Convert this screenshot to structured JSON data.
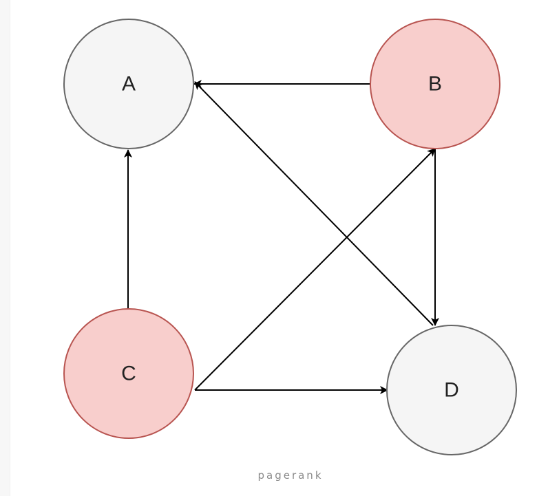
{
  "diagram": {
    "nodes": [
      {
        "id": "A",
        "label": "A",
        "highlighted": false
      },
      {
        "id": "B",
        "label": "B",
        "highlighted": true
      },
      {
        "id": "C",
        "label": "C",
        "highlighted": true
      },
      {
        "id": "D",
        "label": "D",
        "highlighted": false
      }
    ],
    "edges": [
      {
        "from": "B",
        "to": "A"
      },
      {
        "from": "C",
        "to": "A"
      },
      {
        "from": "D",
        "to": "A"
      },
      {
        "from": "C",
        "to": "B"
      },
      {
        "from": "B",
        "to": "D"
      },
      {
        "from": "C",
        "to": "D"
      }
    ],
    "colors": {
      "highlight_fill": "#f8cecc",
      "highlight_stroke": "#b85450",
      "default_fill": "#f5f5f5",
      "default_stroke": "#666666",
      "edge": "#000000"
    }
  },
  "caption": "pagerank"
}
